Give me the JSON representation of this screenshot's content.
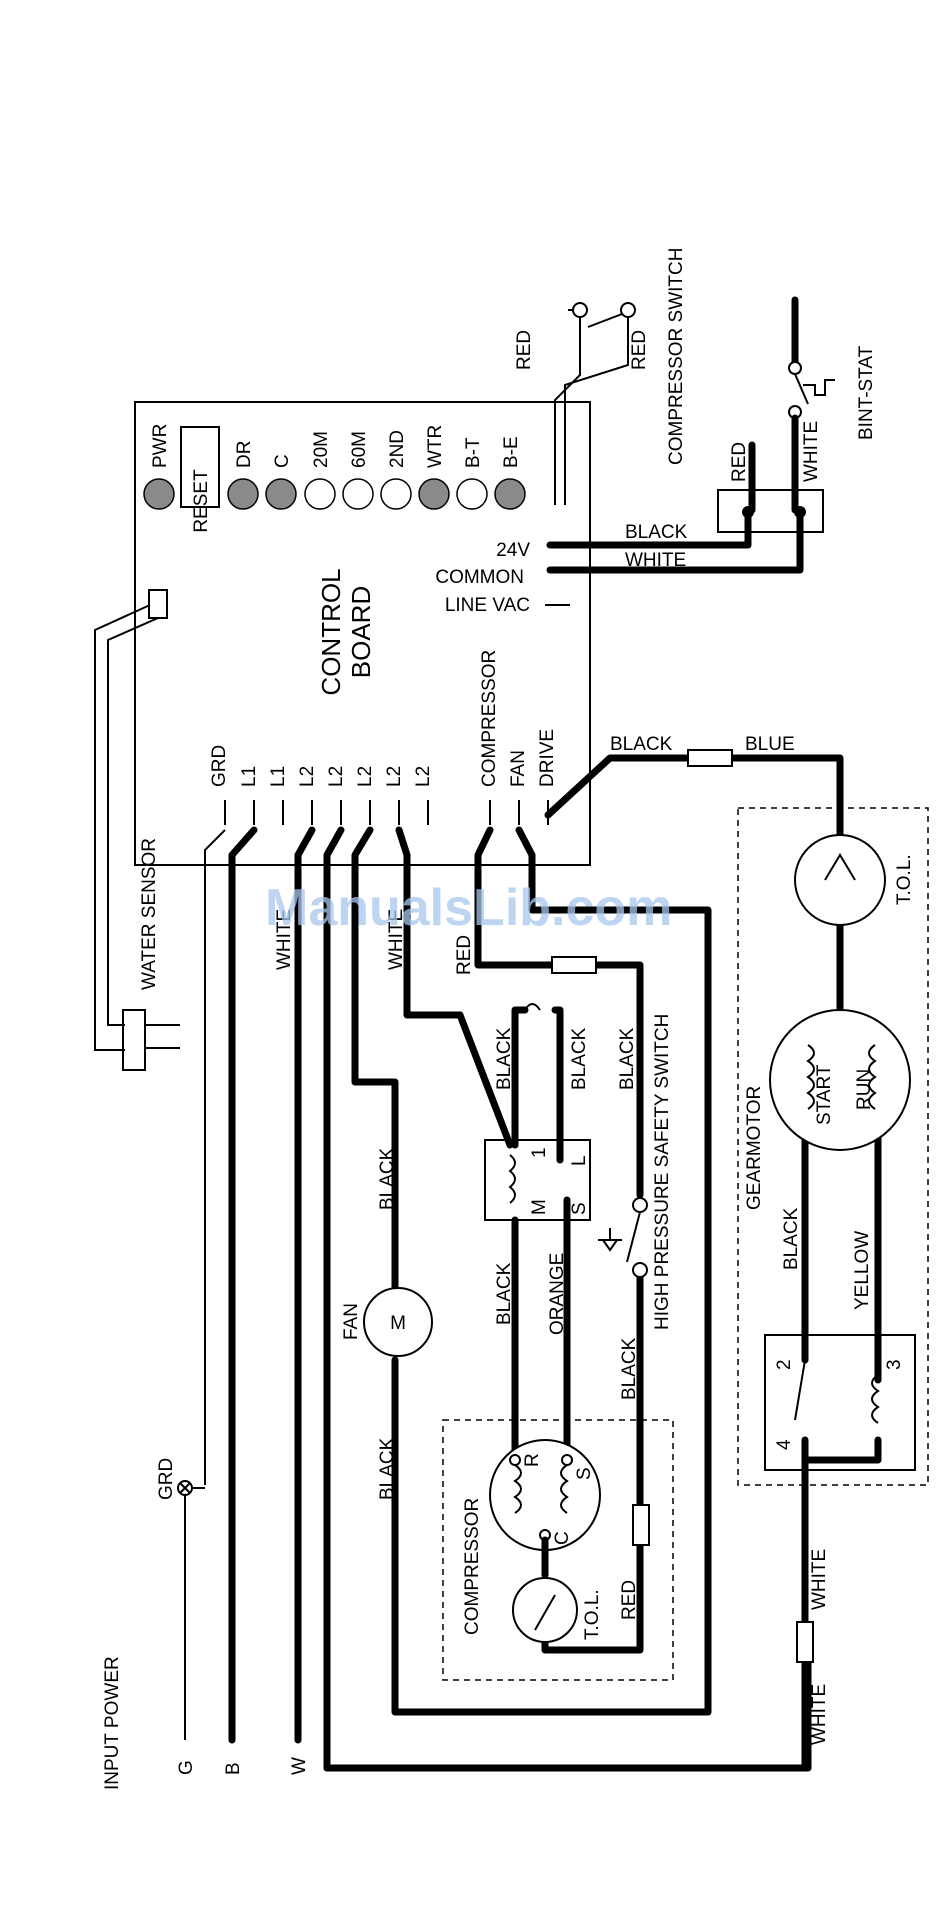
{
  "control_board": {
    "title_line1": "CONTROL",
    "title_line2": "BOARD",
    "reset_label": "RESET",
    "indicators": [
      {
        "label": "PWR",
        "state": "on"
      },
      {
        "label": "DR",
        "state": "on"
      },
      {
        "label": "C",
        "state": "on"
      },
      {
        "label": "20M",
        "state": "off"
      },
      {
        "label": "60M",
        "state": "off"
      },
      {
        "label": "2ND",
        "state": "off"
      },
      {
        "label": "WTR",
        "state": "on"
      },
      {
        "label": "B-T",
        "state": "off"
      },
      {
        "label": "B-E",
        "state": "on"
      }
    ],
    "terminals": [
      "GRD",
      "L1",
      "L1",
      "L2",
      "L2",
      "L2",
      "L2",
      "L2",
      "COMPRESSOR",
      "FAN",
      "DRIVE"
    ],
    "side_terminals": [
      "24V",
      "COMMON",
      "LINE VAC"
    ]
  },
  "components": {
    "compressor_switch": "COMPRESSOR SWITCH",
    "bin_stat": "BINT-STAT",
    "water_sensor": "WATER SENSOR",
    "fan_label": "FAN",
    "fan_motor_symbol": "M",
    "relay_m": "M",
    "relay_s": "S",
    "relay_1": "1",
    "relay_l": "L",
    "high_pressure_switch": "HIGH PRESSURE SAFETY SWITCH",
    "compressor_label": "COMPRESSOR",
    "compressor_r": "R",
    "compressor_s": "S",
    "compressor_c": "C",
    "compressor_tol": "T.O.L.",
    "gearmotor_label": "GEARMOTOR",
    "gearmotor_start": "START",
    "gearmotor_run": "RUN",
    "gearmotor_tol": "T.O.L.",
    "cap_2": "2",
    "cap_3": "3",
    "cap_4": "4",
    "input_power": "INPUT POWER",
    "input_g": "G",
    "input_b": "B",
    "input_w": "W",
    "grd_ground": "GRD"
  },
  "wire_labels": {
    "red_switch_left": "RED",
    "red_switch_right": "RED",
    "red_binstat": "RED",
    "white_binstat": "WHITE",
    "black_24v": "BLACK",
    "white_common": "WHITE",
    "black_drive": "BLACK",
    "blue_drive": "BLUE",
    "white_l1": "WHITE",
    "white_l2": "WHITE",
    "red_compressor": "RED",
    "black_fan": "BLACK",
    "black_relay_1": "BLACK",
    "black_relay_l": "BLACK",
    "black_hps": "BLACK",
    "black_relay_m": "BLACK",
    "orange_relay_s": "ORANGE",
    "black_fan_bottom": "BLACK",
    "black_hps_bottom": "BLACK",
    "red_tol": "RED",
    "black_gear": "BLACK",
    "yellow_gear": "YELLOW",
    "white_gear_1": "WHITE",
    "white_gear_2": "WHITE"
  },
  "watermark": "ManualsLib.com"
}
